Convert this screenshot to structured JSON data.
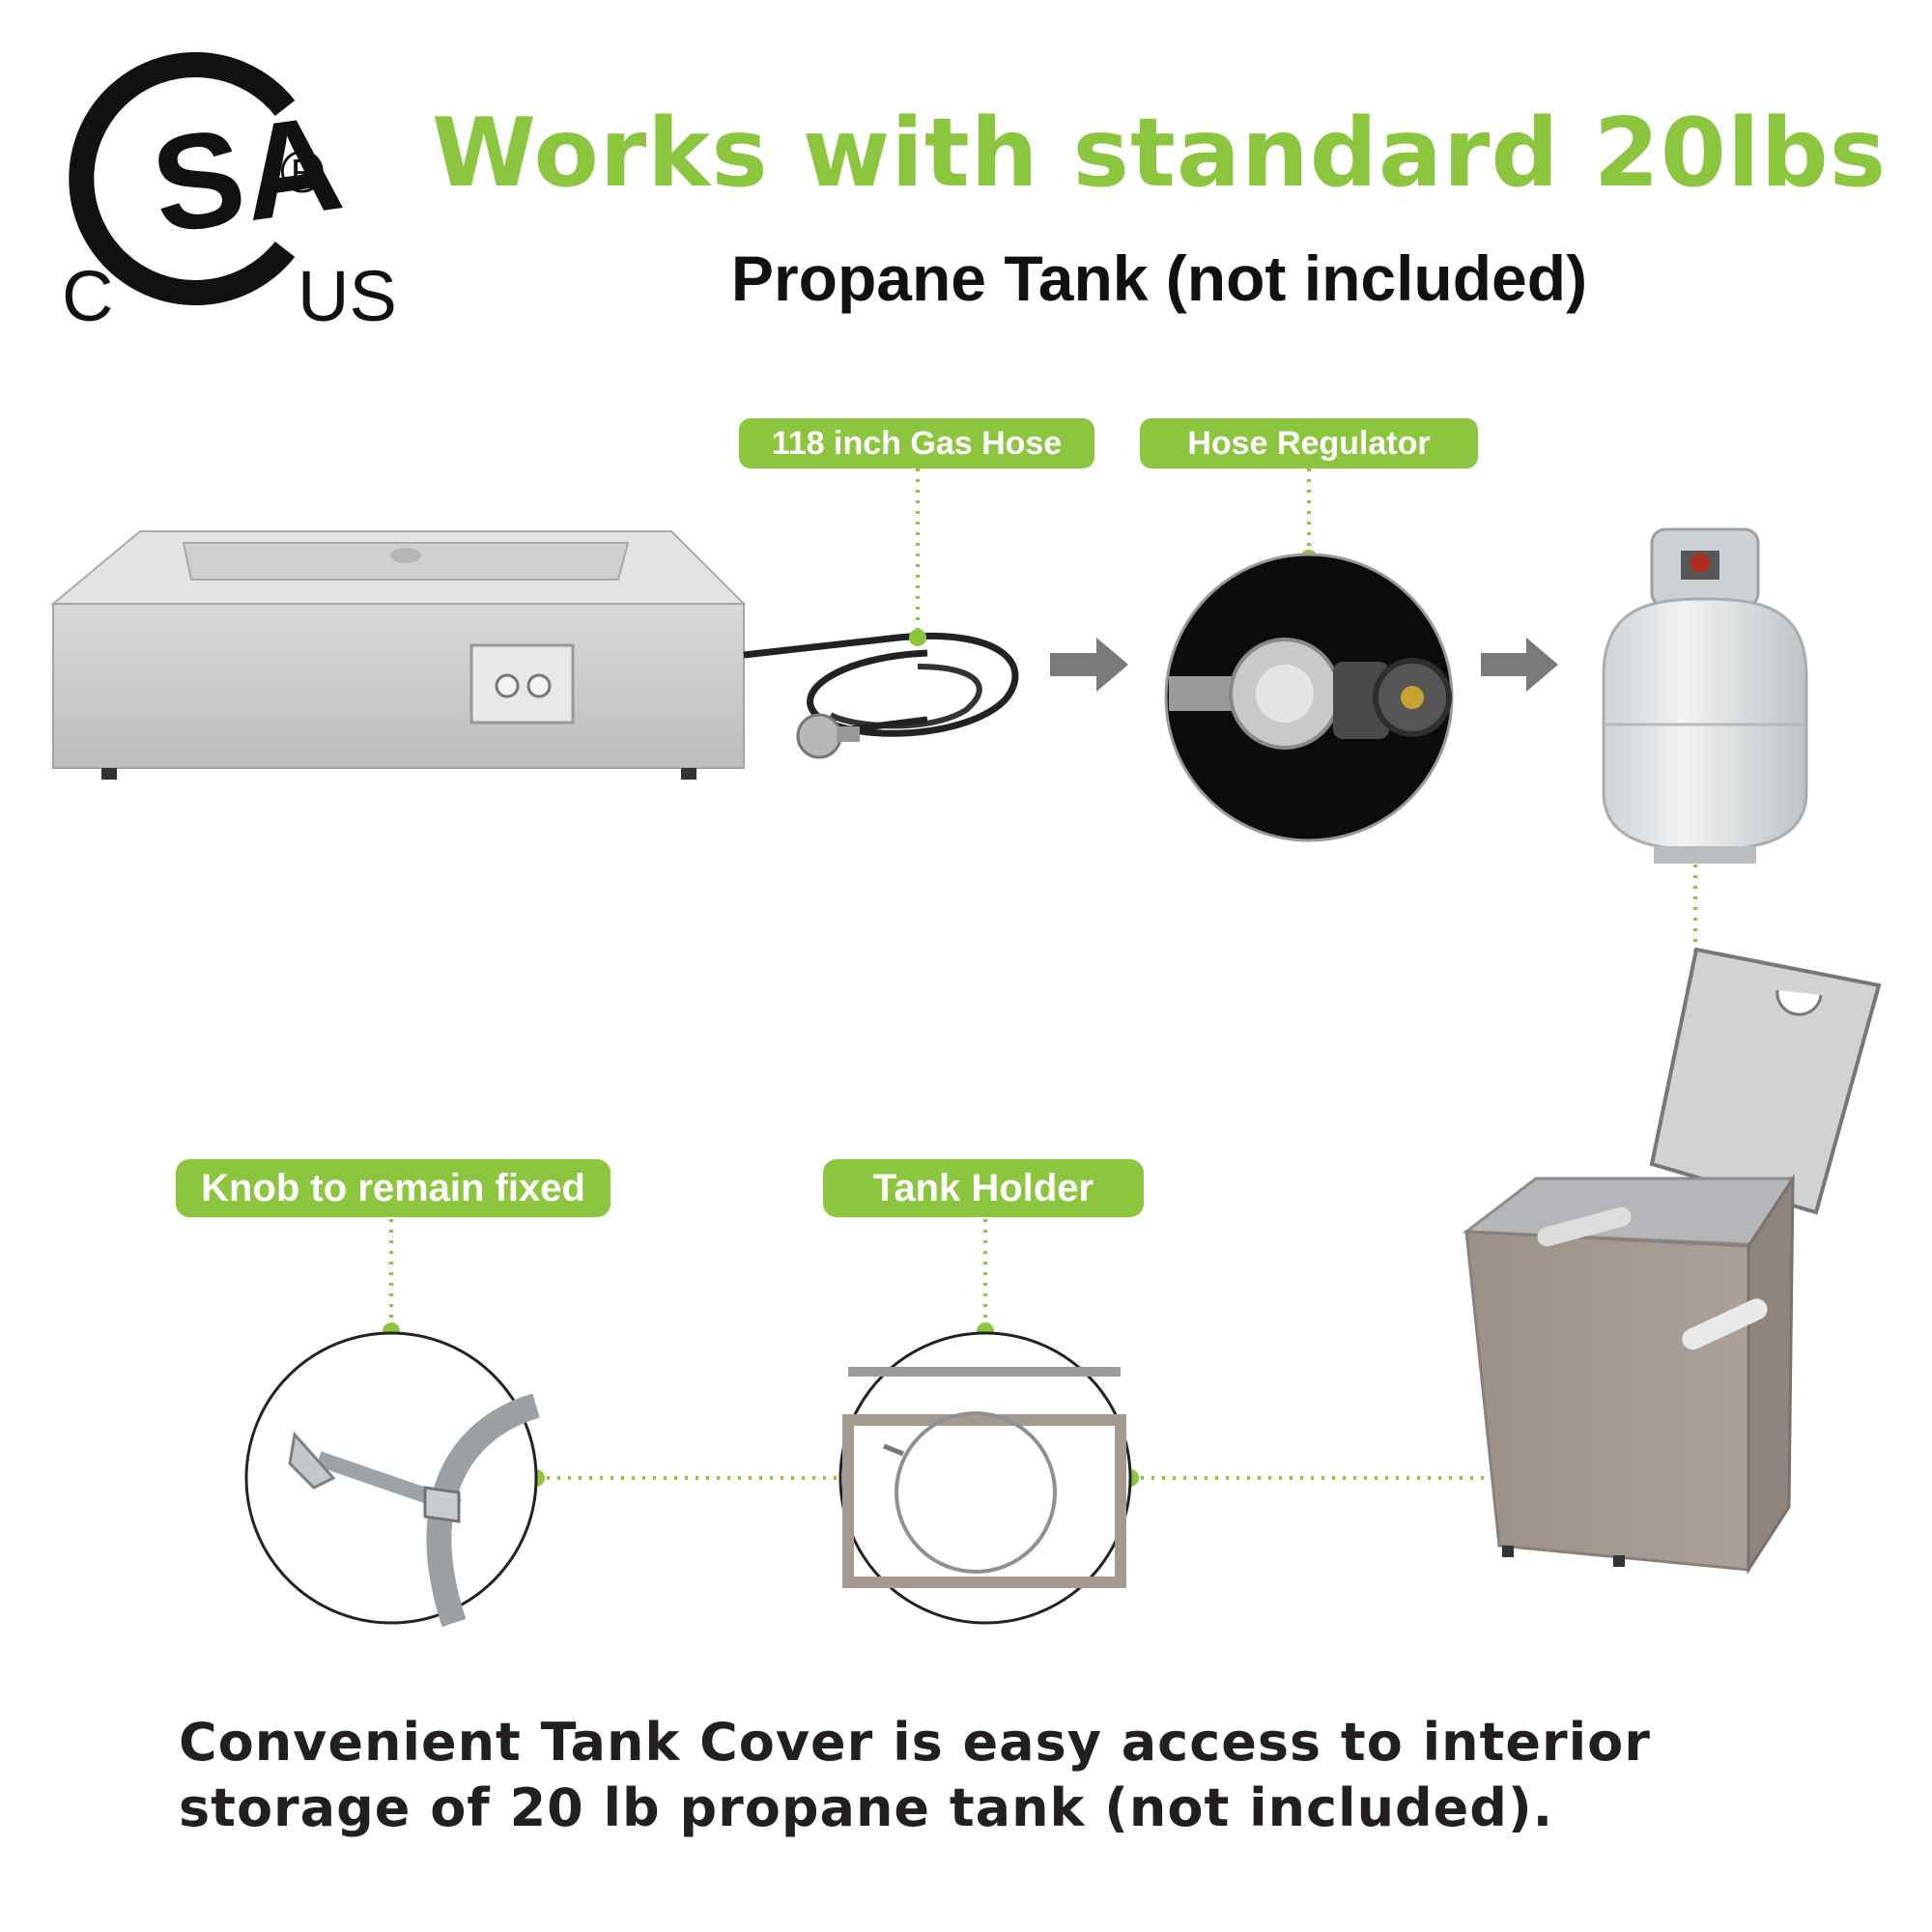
{
  "certification": {
    "mark": "SA",
    "registered": "®",
    "left_letter": "C",
    "right_letters": "US"
  },
  "headline": "Works with standard 20lbs",
  "subheadline": "Propane Tank (not included)",
  "callouts": {
    "gas_hose": "118 inch Gas Hose",
    "hose_regulator": "Hose Regulator",
    "knob": "Knob to remain fixed",
    "tank_holder": "Tank Holder"
  },
  "footer": {
    "line1": "Convenient Tank Cover is easy access to interior",
    "line2": "storage of 20 lb propane tank (not included)."
  },
  "colors": {
    "accent_green": "#8cc63f",
    "text_dark": "#231f20",
    "arrow_gray": "#7a7a7a"
  }
}
